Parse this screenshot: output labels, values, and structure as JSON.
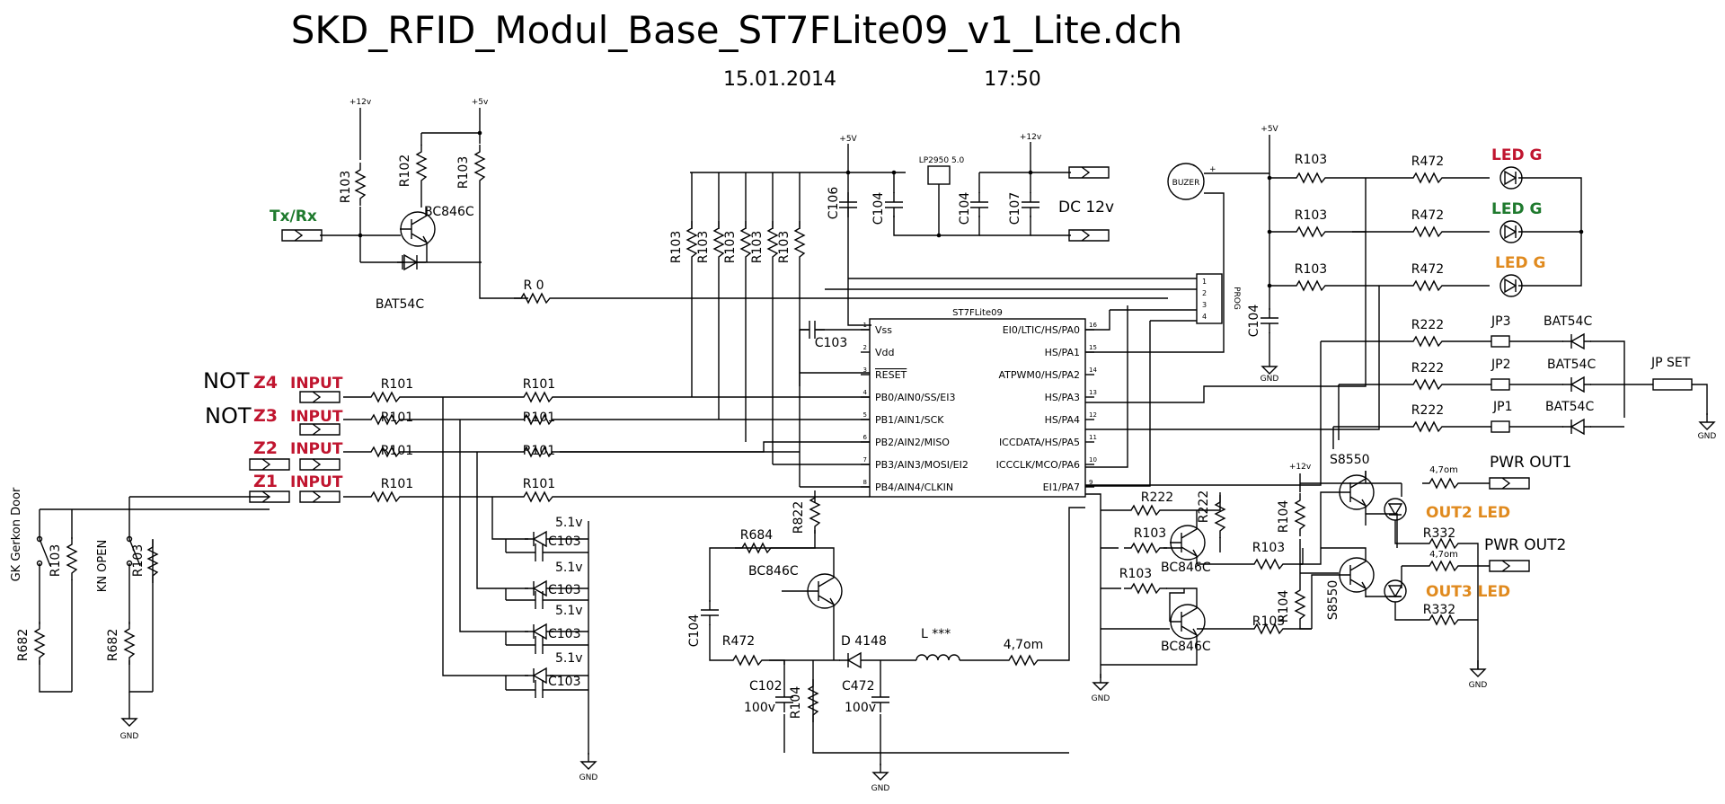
{
  "title": "SKD_RFID_Modul_Base_ST7FLite09_v1_Lite.dch",
  "date": "15.01.2014",
  "time": "17:50",
  "colors": {
    "red": "#c0152f",
    "green": "#1f7a2e",
    "orange": "#e08a1e"
  },
  "labels": {
    "txrx": "Tx/Rx",
    "not": "NOT",
    "z4": "Z4",
    "z3": "Z3",
    "z2": "Z2",
    "z1": "Z1",
    "input": "INPUT",
    "dc12": "DC 12v",
    "pwr_out1": "PWR OUT1",
    "pwr_out2": "PWR OUT2",
    "out2_led": "OUT2 LED",
    "out3_led": "OUT3 LED",
    "led_g": "LED G",
    "jp_set": "JP SET",
    "gk": "GK Gerkon Door",
    "kn": "KN OPEN",
    "buzer": "BUZER",
    "prog": "PROG",
    "lp2950": "LP2950 5.0",
    "d4148": "D 4148",
    "inductor": "L ***",
    "gnd": "GND",
    "p12v": "+12v",
    "p5v": "+5v",
    "p5V": "+5V"
  },
  "mcu": {
    "name": "ST7FLite09",
    "left_pins": [
      {
        "num": "1",
        "name": "Vss"
      },
      {
        "num": "2",
        "name": "Vdd"
      },
      {
        "num": "3",
        "name": "RESET"
      },
      {
        "num": "4",
        "name": "PB0/AIN0/SS/EI3"
      },
      {
        "num": "5",
        "name": "PB1/AIN1/SCK"
      },
      {
        "num": "6",
        "name": "PB2/AIN2/MISO"
      },
      {
        "num": "7",
        "name": "PB3/AIN3/MOSI/EI2"
      },
      {
        "num": "8",
        "name": "PB4/AIN4/CLKIN"
      }
    ],
    "right_pins": [
      {
        "num": "16",
        "name": "EI0/LTIC/HS/PA0"
      },
      {
        "num": "15",
        "name": "HS/PA1"
      },
      {
        "num": "14",
        "name": "ATPWM0/HS/PA2"
      },
      {
        "num": "13",
        "name": "HS/PA3"
      },
      {
        "num": "12",
        "name": "HS/PA4"
      },
      {
        "num": "11",
        "name": "ICCDATA/HS/PA5"
      },
      {
        "num": "10",
        "name": "ICCCLK/MCO/PA6"
      },
      {
        "num": "9",
        "name": "EI1/PA7"
      }
    ]
  },
  "prog_pins": [
    "1",
    "2",
    "3",
    "4"
  ],
  "parts": {
    "r103": "R103",
    "r102": "R102",
    "r101": "R101",
    "r0": "R 0",
    "r822": "R822",
    "r684": "R684",
    "r472": "R472",
    "r104": "R104",
    "r222": "R222",
    "r332": "R332",
    "r682": "R682",
    "r47om": "4,7om",
    "bc846c": "BC846C",
    "bat54c": "BAT54C",
    "s8550": "S8550",
    "c106": "C106",
    "c104": "C104",
    "c107": "C107",
    "c103": "C103",
    "c102": "C102",
    "c472": "C472",
    "v100": "100v",
    "z51": "5.1v",
    "jp1": "JP1",
    "jp2": "JP2",
    "jp3": "JP3"
  }
}
